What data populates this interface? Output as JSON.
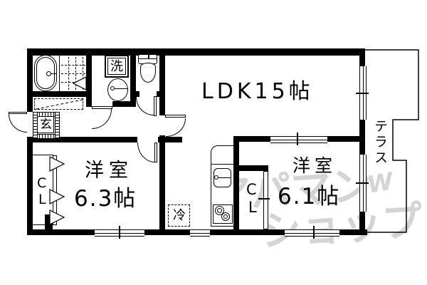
{
  "colors": {
    "line": "#000000",
    "background": "#ffffff",
    "watermark_gray": "#d4d4d4"
  },
  "rooms": {
    "ldk": {
      "label": "LDK15帖"
    },
    "bedroom_a": {
      "name": "洋室",
      "size": "6.3帖"
    },
    "bedroom_b": {
      "name": "洋室",
      "size": "6.1帖"
    },
    "terrace": {
      "label": "テラス"
    }
  },
  "fixtures": {
    "entrance_label": "玄",
    "washer_label": "洗",
    "fridge_label": "冷",
    "closet_a": {
      "line1": "C",
      "line2": "L"
    },
    "closet_b": {
      "line1": "C",
      "line2": "L"
    }
  },
  "watermark": {
    "line1": "アパマン",
    "line2": "ショップ",
    "logo": "W"
  }
}
